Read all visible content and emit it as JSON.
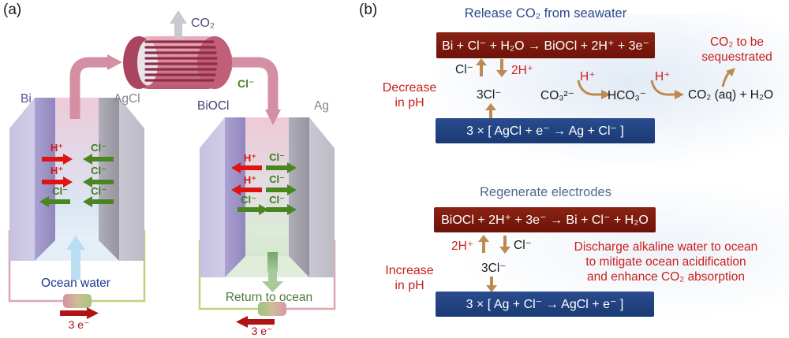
{
  "panel_a": {
    "label": "(a)",
    "contactor": {
      "gas_label": "CO₂",
      "ion_label": "Cl⁻"
    },
    "left_cell": {
      "electrode_left": "Bi",
      "electrode_right": "AgCl",
      "ion_rows": [
        {
          "left": "H⁺",
          "right": "Cl⁻"
        },
        {
          "left": "H⁺",
          "right": "Cl⁻"
        },
        {
          "left": "Cl⁻",
          "right": "Cl⁻"
        }
      ],
      "inflow_label": "Ocean water",
      "electron_label": "3 e⁻"
    },
    "right_cell": {
      "electrode_left": "BiOCl",
      "electrode_right": "Ag",
      "ion_rows": [
        {
          "left": "H⁺",
          "right": "Cl⁻"
        },
        {
          "left": "H⁺",
          "right": "Cl⁻"
        },
        {
          "left": "Cl⁻",
          "right": "Cl⁻"
        }
      ],
      "outflow_label": "Return to ocean",
      "electron_label": "3 e⁻"
    }
  },
  "panel_b": {
    "label": "(b)",
    "top": {
      "title": "Release CO₂ from seawater",
      "anode_equation": "Bi + Cl⁻ + H₂O → BiOCl + 2H⁺ + 3e⁻",
      "cl_label": "Cl⁻",
      "h_label": "2H⁺",
      "ph_note_line1": "Decrease",
      "ph_note_line2": "in pH",
      "cl3_label": "3Cl⁻",
      "carbonate": "CO₃²⁻",
      "h_plus": "H⁺",
      "bicarbonate": "HCO₃⁻",
      "products": "CO₂ (aq) + H₂O",
      "sequester_line1": "CO₂ to be",
      "sequester_line2": "sequestrated",
      "cathode_equation": "3 × [ AgCl + e⁻ → Ag + Cl⁻ ]"
    },
    "bottom": {
      "title": "Regenerate electrodes",
      "cathode_equation": "BiOCl + 2H⁺ + 3e⁻ → Bi + Cl⁻ + H₂O",
      "h_label": "2H⁺",
      "cl_label": "Cl⁻",
      "ph_note_line1": "Increase",
      "ph_note_line2": "in pH",
      "cl3_label": "3Cl⁻",
      "discharge_line1": "Discharge alkaline water to ocean",
      "discharge_line2": "to mitigate ocean acidification",
      "discharge_line3": "and enhance CO₂ absorption",
      "anode_equation": "3 × [ Ag + Cl⁻ → AgCl + e⁻ ]"
    }
  },
  "colors": {
    "red_equation_box": "#7a170d",
    "blue_equation_box": "#1e3e7d",
    "red_text": "#c9201d",
    "blue_title": "#2c488e",
    "tan_arrow": "#bd8a52",
    "green_ion": "#3f7b1e",
    "red_ion": "#d41414",
    "pipe_pink": "#d48fa2",
    "navy_text": "#1d3a8a",
    "return_green": "#4c7a3a",
    "electron_red": "#b01216"
  }
}
